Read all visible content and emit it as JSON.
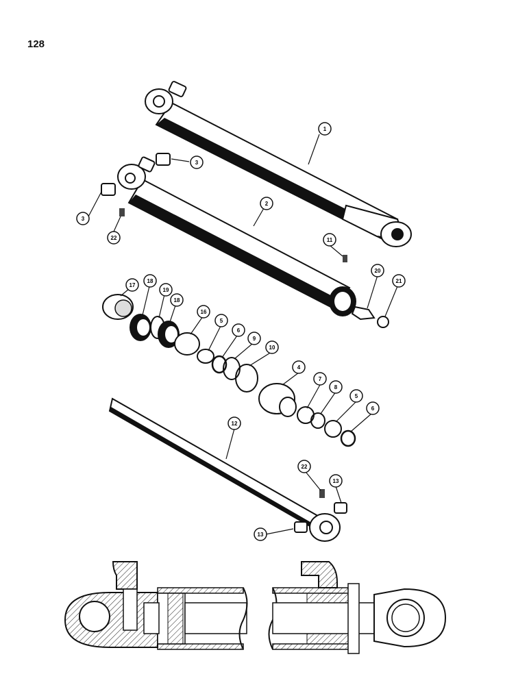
{
  "page_number": "128",
  "callouts": [
    {
      "id": "c1",
      "label": "1"
    },
    {
      "id": "c2",
      "label": "2"
    },
    {
      "id": "c3a",
      "label": "3"
    },
    {
      "id": "c3b",
      "label": "3"
    },
    {
      "id": "c22a",
      "label": "22"
    },
    {
      "id": "c11",
      "label": "11"
    },
    {
      "id": "c20",
      "label": "20"
    },
    {
      "id": "c21",
      "label": "21"
    },
    {
      "id": "c17",
      "label": "17"
    },
    {
      "id": "c18a",
      "label": "18"
    },
    {
      "id": "c19",
      "label": "19"
    },
    {
      "id": "c18b",
      "label": "18"
    },
    {
      "id": "c16",
      "label": "16"
    },
    {
      "id": "c5a",
      "label": "5"
    },
    {
      "id": "c6a",
      "label": "6"
    },
    {
      "id": "c9",
      "label": "9"
    },
    {
      "id": "c10",
      "label": "10"
    },
    {
      "id": "c4",
      "label": "4"
    },
    {
      "id": "c7",
      "label": "7"
    },
    {
      "id": "c8",
      "label": "8"
    },
    {
      "id": "c5b",
      "label": "5"
    },
    {
      "id": "c6b",
      "label": "6"
    },
    {
      "id": "c12",
      "label": "12"
    },
    {
      "id": "c22b",
      "label": "22"
    },
    {
      "id": "c13a",
      "label": "13"
    },
    {
      "id": "c13b",
      "label": "13"
    }
  ]
}
